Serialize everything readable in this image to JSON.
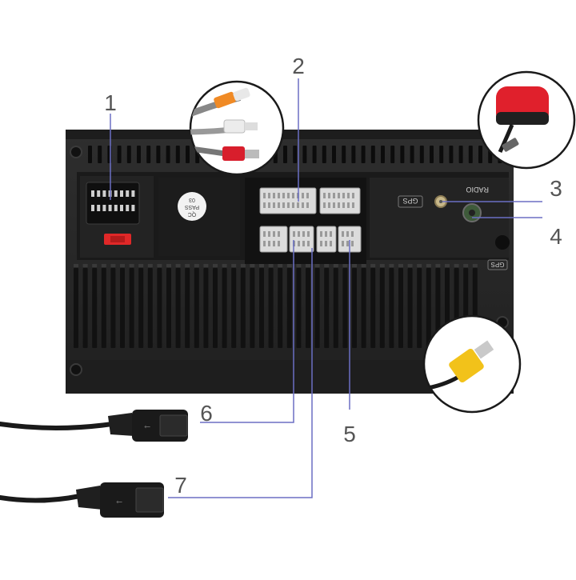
{
  "callouts": {
    "c1": "1",
    "c2": "2",
    "c3": "3",
    "c4": "4",
    "c5": "5",
    "c6": "6",
    "c7": "7"
  },
  "unit_markings": {
    "radio": "RADIO",
    "gps_left": "GPS",
    "gps_right": "GPS",
    "qc_sticker_line1": "QC",
    "qc_sticker_line2": "PASS",
    "qc_sticker_line3": "03"
  },
  "colors": {
    "unit_body": "#2a2a2a",
    "unit_dark": "#141414",
    "connector": "#dcdcdc",
    "fuse": "#e02828",
    "callout_line": "#6b6fc4",
    "rca_red": "#d81e2c",
    "rca_yellow": "#f2c21a",
    "antenna_red": "#e0202c"
  }
}
